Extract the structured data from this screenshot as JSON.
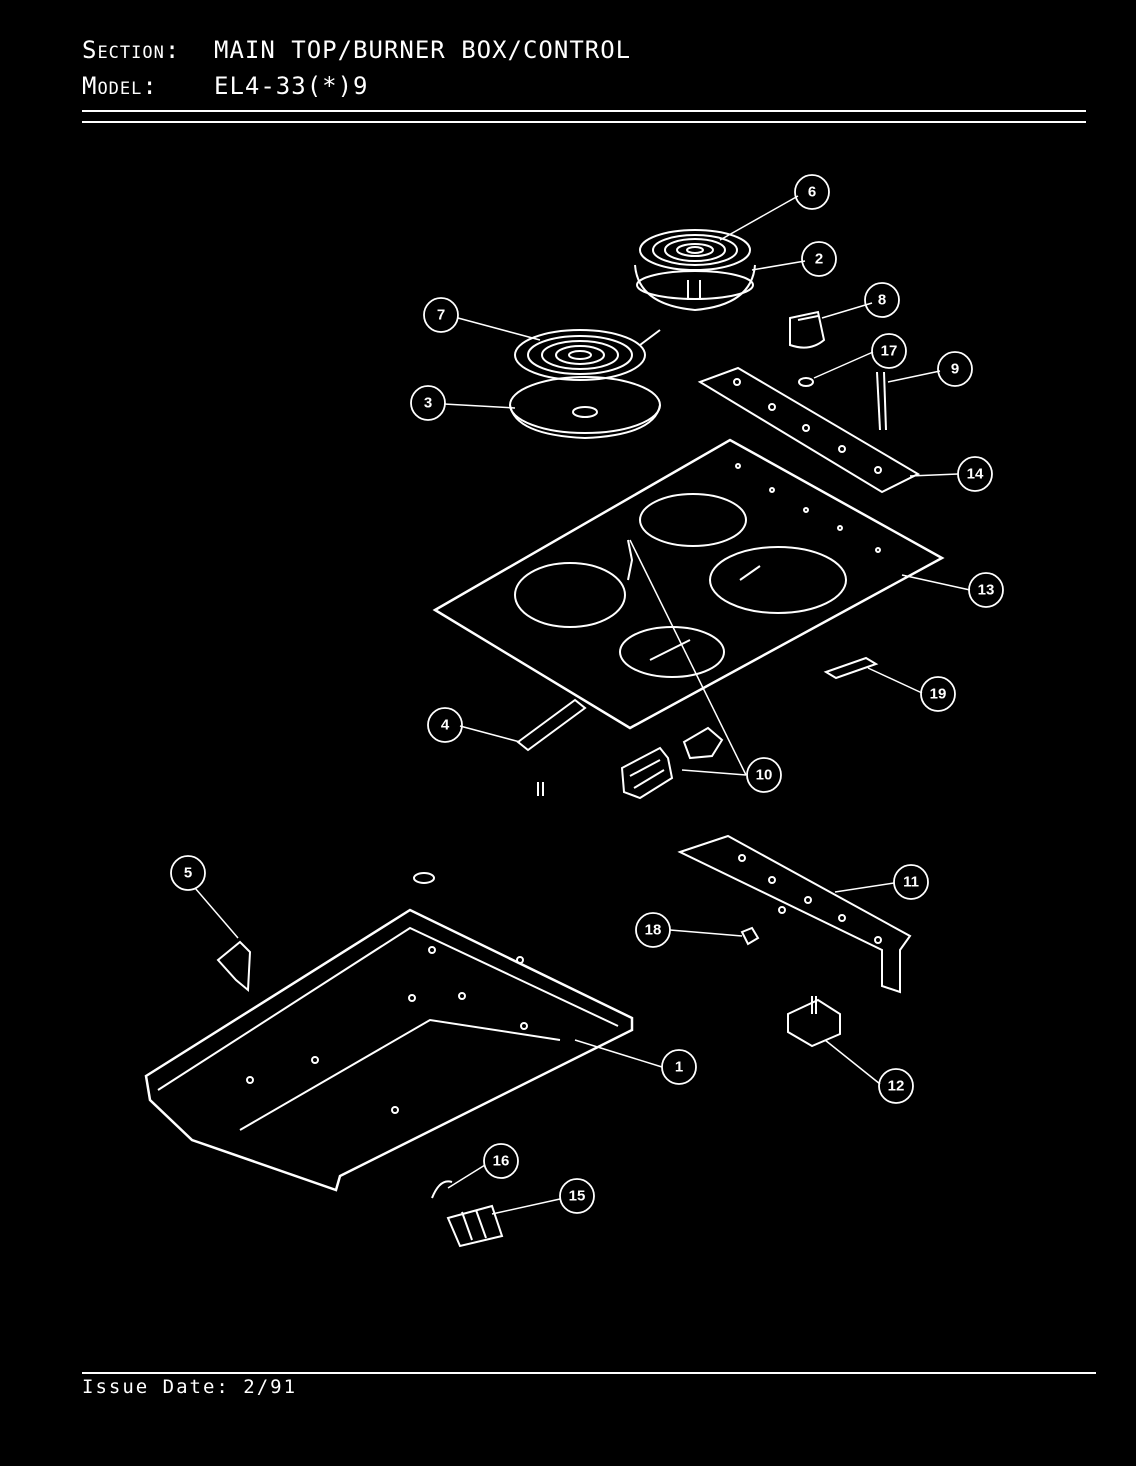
{
  "header": {
    "section_label": "Section:",
    "section_value": "MAIN TOP/BURNER BOX/CONTROL",
    "model_label": "Model:",
    "model_value": "EL4-33(*)9"
  },
  "footer": {
    "issue_date": "Issue Date: 2/91"
  },
  "callouts": [
    "1",
    "2",
    "3",
    "4",
    "5",
    "6",
    "7",
    "8",
    "9",
    "10",
    "11",
    "12",
    "13",
    "14",
    "15",
    "16",
    "17",
    "18",
    "19"
  ]
}
